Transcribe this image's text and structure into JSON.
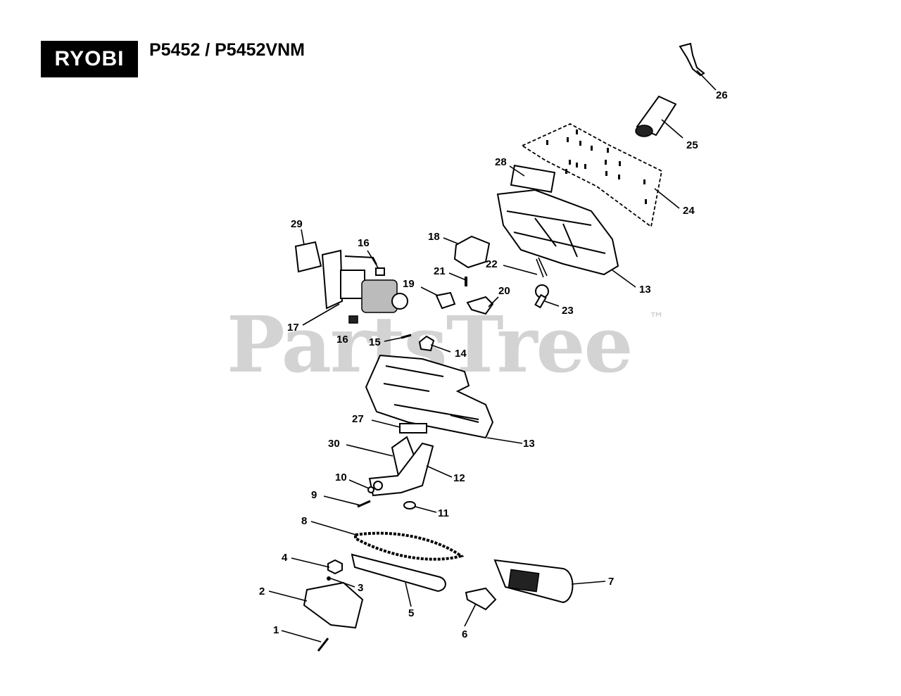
{
  "brand": {
    "logo_text": "RYOBI"
  },
  "title": "P5452 / P5452VNM",
  "watermark": {
    "text": "PartsTree",
    "tm": "™"
  },
  "callouts": [
    {
      "num": "1"
    },
    {
      "num": "2"
    },
    {
      "num": "3"
    },
    {
      "num": "4"
    },
    {
      "num": "5"
    },
    {
      "num": "6"
    },
    {
      "num": "7"
    },
    {
      "num": "8"
    },
    {
      "num": "9"
    },
    {
      "num": "10"
    },
    {
      "num": "11"
    },
    {
      "num": "12"
    },
    {
      "num": "13"
    },
    {
      "num": "13"
    },
    {
      "num": "14"
    },
    {
      "num": "15"
    },
    {
      "num": "16"
    },
    {
      "num": "16"
    },
    {
      "num": "17"
    },
    {
      "num": "18"
    },
    {
      "num": "19"
    },
    {
      "num": "20"
    },
    {
      "num": "21"
    },
    {
      "num": "22"
    },
    {
      "num": "23"
    },
    {
      "num": "24"
    },
    {
      "num": "25"
    },
    {
      "num": "26"
    },
    {
      "num": "27"
    },
    {
      "num": "28"
    },
    {
      "num": "29"
    },
    {
      "num": "30"
    }
  ]
}
